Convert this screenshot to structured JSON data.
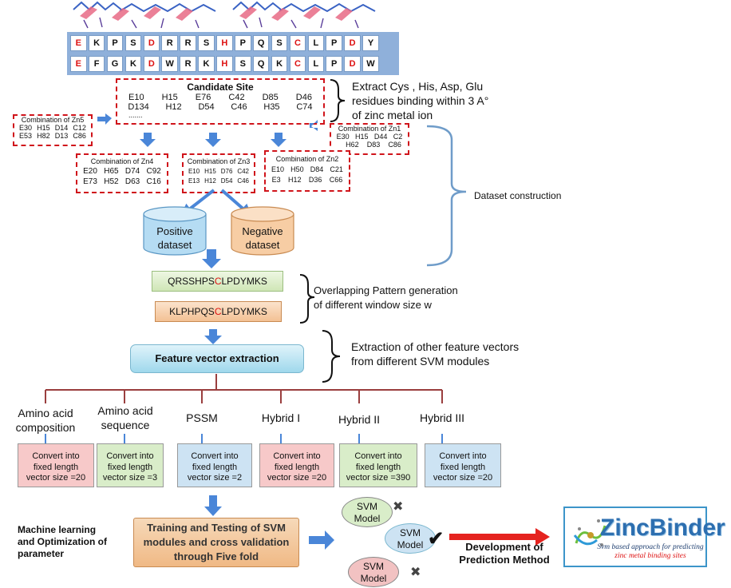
{
  "sequence_rows": [
    [
      {
        "aa": "E",
        "hl": true
      },
      {
        "aa": "K",
        "hl": false
      },
      {
        "aa": "P",
        "hl": false
      },
      {
        "aa": "S",
        "hl": false
      },
      {
        "aa": "D",
        "hl": true
      },
      {
        "aa": "R",
        "hl": false
      },
      {
        "aa": "R",
        "hl": false
      },
      {
        "aa": "S",
        "hl": false
      },
      {
        "aa": "H",
        "hl": true
      },
      {
        "aa": "P",
        "hl": false
      },
      {
        "aa": "Q",
        "hl": false
      },
      {
        "aa": "S",
        "hl": false
      },
      {
        "aa": "C",
        "hl": true
      },
      {
        "aa": "L",
        "hl": false
      },
      {
        "aa": "P",
        "hl": false
      },
      {
        "aa": "D",
        "hl": true
      },
      {
        "aa": "Y",
        "hl": false
      }
    ],
    [
      {
        "aa": "E",
        "hl": true
      },
      {
        "aa": "F",
        "hl": false
      },
      {
        "aa": "G",
        "hl": false
      },
      {
        "aa": "K",
        "hl": false
      },
      {
        "aa": "D",
        "hl": true
      },
      {
        "aa": "W",
        "hl": false
      },
      {
        "aa": "R",
        "hl": false
      },
      {
        "aa": "K",
        "hl": false
      },
      {
        "aa": "H",
        "hl": true
      },
      {
        "aa": "S",
        "hl": false
      },
      {
        "aa": "Q",
        "hl": false
      },
      {
        "aa": "K",
        "hl": false
      },
      {
        "aa": "C",
        "hl": true
      },
      {
        "aa": "L",
        "hl": false
      },
      {
        "aa": "P",
        "hl": false
      },
      {
        "aa": "D",
        "hl": true
      },
      {
        "aa": "W",
        "hl": false
      }
    ]
  ],
  "candidate": {
    "title": "Candidate Site",
    "rows": [
      [
        "E10",
        "H15",
        "E76",
        "C42",
        "D85",
        "D46"
      ],
      [
        "D134",
        "H12",
        "D54",
        "C46",
        "H35",
        "C74"
      ]
    ],
    "more": "......."
  },
  "extract_note": {
    "line1": "Extract Cys , His, Asp, Glu",
    "line2": "residues binding within 3 A°",
    "line3": "of zinc metal ion"
  },
  "combos": {
    "zn5": {
      "title": "Combination of Zn5",
      "rows": [
        [
          "E30",
          "H15",
          "D14",
          "C12"
        ],
        [
          "E53",
          "H82",
          "D13",
          "C86"
        ]
      ]
    },
    "zn1": {
      "title": "Combination of Zn1",
      "rows": [
        [
          "E30",
          "H15",
          "D44",
          "C2"
        ],
        [
          "",
          "H62",
          "D83",
          "C86"
        ]
      ]
    },
    "zn4": {
      "title": "Combination of Zn4",
      "rows": [
        [
          "E20",
          "H65",
          "D74",
          "C92"
        ],
        [
          "E73",
          "H52",
          "D63",
          "C16"
        ]
      ]
    },
    "zn3": {
      "title": "Combination of Zn3",
      "rows": [
        [
          "E10",
          "H15",
          "D76",
          "C42"
        ],
        [
          "E13",
          "H12",
          "D54",
          "C46"
        ]
      ]
    },
    "zn2": {
      "title": "Combination of Zn2",
      "rows": [
        [
          "E10",
          "H50",
          "D84",
          "C21"
        ],
        [
          "E3",
          "H12",
          "D36",
          "C66"
        ]
      ]
    }
  },
  "dataset_construction": "Dataset construction",
  "positive": {
    "line1": "Positive",
    "line2": "dataset"
  },
  "negative": {
    "line1": "Negative",
    "line2": "dataset"
  },
  "pattern1": {
    "pre": "QRSSHPS",
    "mid": "C",
    "post": "LPDYMKS"
  },
  "pattern2": {
    "pre": "KLPHPQS",
    "mid": "C",
    "post": "LPDYMKS"
  },
  "overlap_note": {
    "line1": "Overlapping Pattern generation",
    "line2": "of different window size w"
  },
  "feature_vector": "Feature vector extraction",
  "other_note": {
    "line1": "Extraction of other feature vectors",
    "line2": "from different SVM modules"
  },
  "modules": [
    {
      "name1": "Amino acid",
      "name2": "composition",
      "conv": [
        "Convert into",
        "fixed length",
        "vector size =20"
      ],
      "color": "#f7c9c9"
    },
    {
      "name1": "Amino acid",
      "name2": "sequence",
      "conv": [
        "Convert into",
        "fixed length",
        "vector size =3"
      ],
      "color": "#d9edc9"
    },
    {
      "name1": "PSSM",
      "name2": "",
      "conv": [
        "Convert into",
        "fixed length",
        "vector size =2"
      ],
      "color": "#cde3f3"
    },
    {
      "name1": "Hybrid I",
      "name2": "",
      "conv": [
        "Convert into",
        "fixed length",
        "vector size =20"
      ],
      "color": "#f7c9c9"
    },
    {
      "name1": "Hybrid II",
      "name2": "",
      "conv": [
        "Convert into",
        "fixed length",
        "vector size =390"
      ],
      "color": "#d9edc9"
    },
    {
      "name1": "Hybrid III",
      "name2": "",
      "conv": [
        "Convert into",
        "fixed length",
        "vector size =20"
      ],
      "color": "#cde3f3"
    }
  ],
  "ml_note": {
    "line1": "Machine learning",
    "line2": "and Optimization of",
    "line3": "parameter"
  },
  "training": {
    "line1": "Training and Testing of SVM",
    "line2": "modules and cross validation",
    "line3": "through Five fold"
  },
  "svm_models": [
    {
      "line1": "SVM",
      "line2": "Model",
      "mark": "✖",
      "color": "#d9edc9"
    },
    {
      "line1": "SVM",
      "line2": "Model",
      "mark": "✔",
      "color": "#cde3f3"
    },
    {
      "line1": "SVM",
      "line2": "Model",
      "mark": "✖",
      "color": "#f2c2c2"
    }
  ],
  "development": {
    "line1": "Development of",
    "line2": "Prediction Method"
  },
  "logo": {
    "name": "ZincBinder",
    "tagline1": "Svm based approach for predicting",
    "tagline2": "zinc metal binding sites"
  },
  "colors": {
    "arrow": "#4a86d8",
    "red": "#d0141b",
    "brace": "#6f9cc9"
  }
}
